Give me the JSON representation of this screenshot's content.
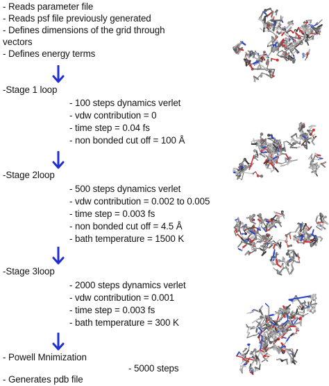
{
  "intro": [
    "- Reads parameter file",
    "- Reads psf file previously generated",
    "- Defines dimensions of the grid through",
    "vectors",
    "- Defines energy terms"
  ],
  "stage1": {
    "title": "-Stage 1 loop",
    "items": [
      "- 100 steps dynamics verlet",
      "- vdw contribution = 0",
      "- time step = 0.04 fs",
      "- non bonded cut off = 100 Å"
    ]
  },
  "stage2": {
    "title": "-Stage 2loop",
    "items": [
      "- 500 steps dynamics verlet",
      "- vdw contribution = 0.002 to 0.005",
      "- time step = 0.003 fs",
      "- non bonded cut off = 4.5 Å",
      "- bath temperature = 1500 K"
    ]
  },
  "stage3": {
    "title": "-Stage 3loop",
    "items": [
      "- 2000 steps dynamics verlet",
      "- vdw contribution = 0.001",
      "- time step = 0.003 fs",
      "- bath temperature = 300 K"
    ]
  },
  "final": {
    "minimization": "- Powell Mnimization",
    "steps": "- 5000 steps",
    "output": "- Generates pdb file"
  },
  "colors": {
    "arrow": "#1f2fd1",
    "text": "#111111"
  },
  "icons": {
    "arrow": "down-arrow-icon",
    "molecule": "molecular-structure-image"
  }
}
